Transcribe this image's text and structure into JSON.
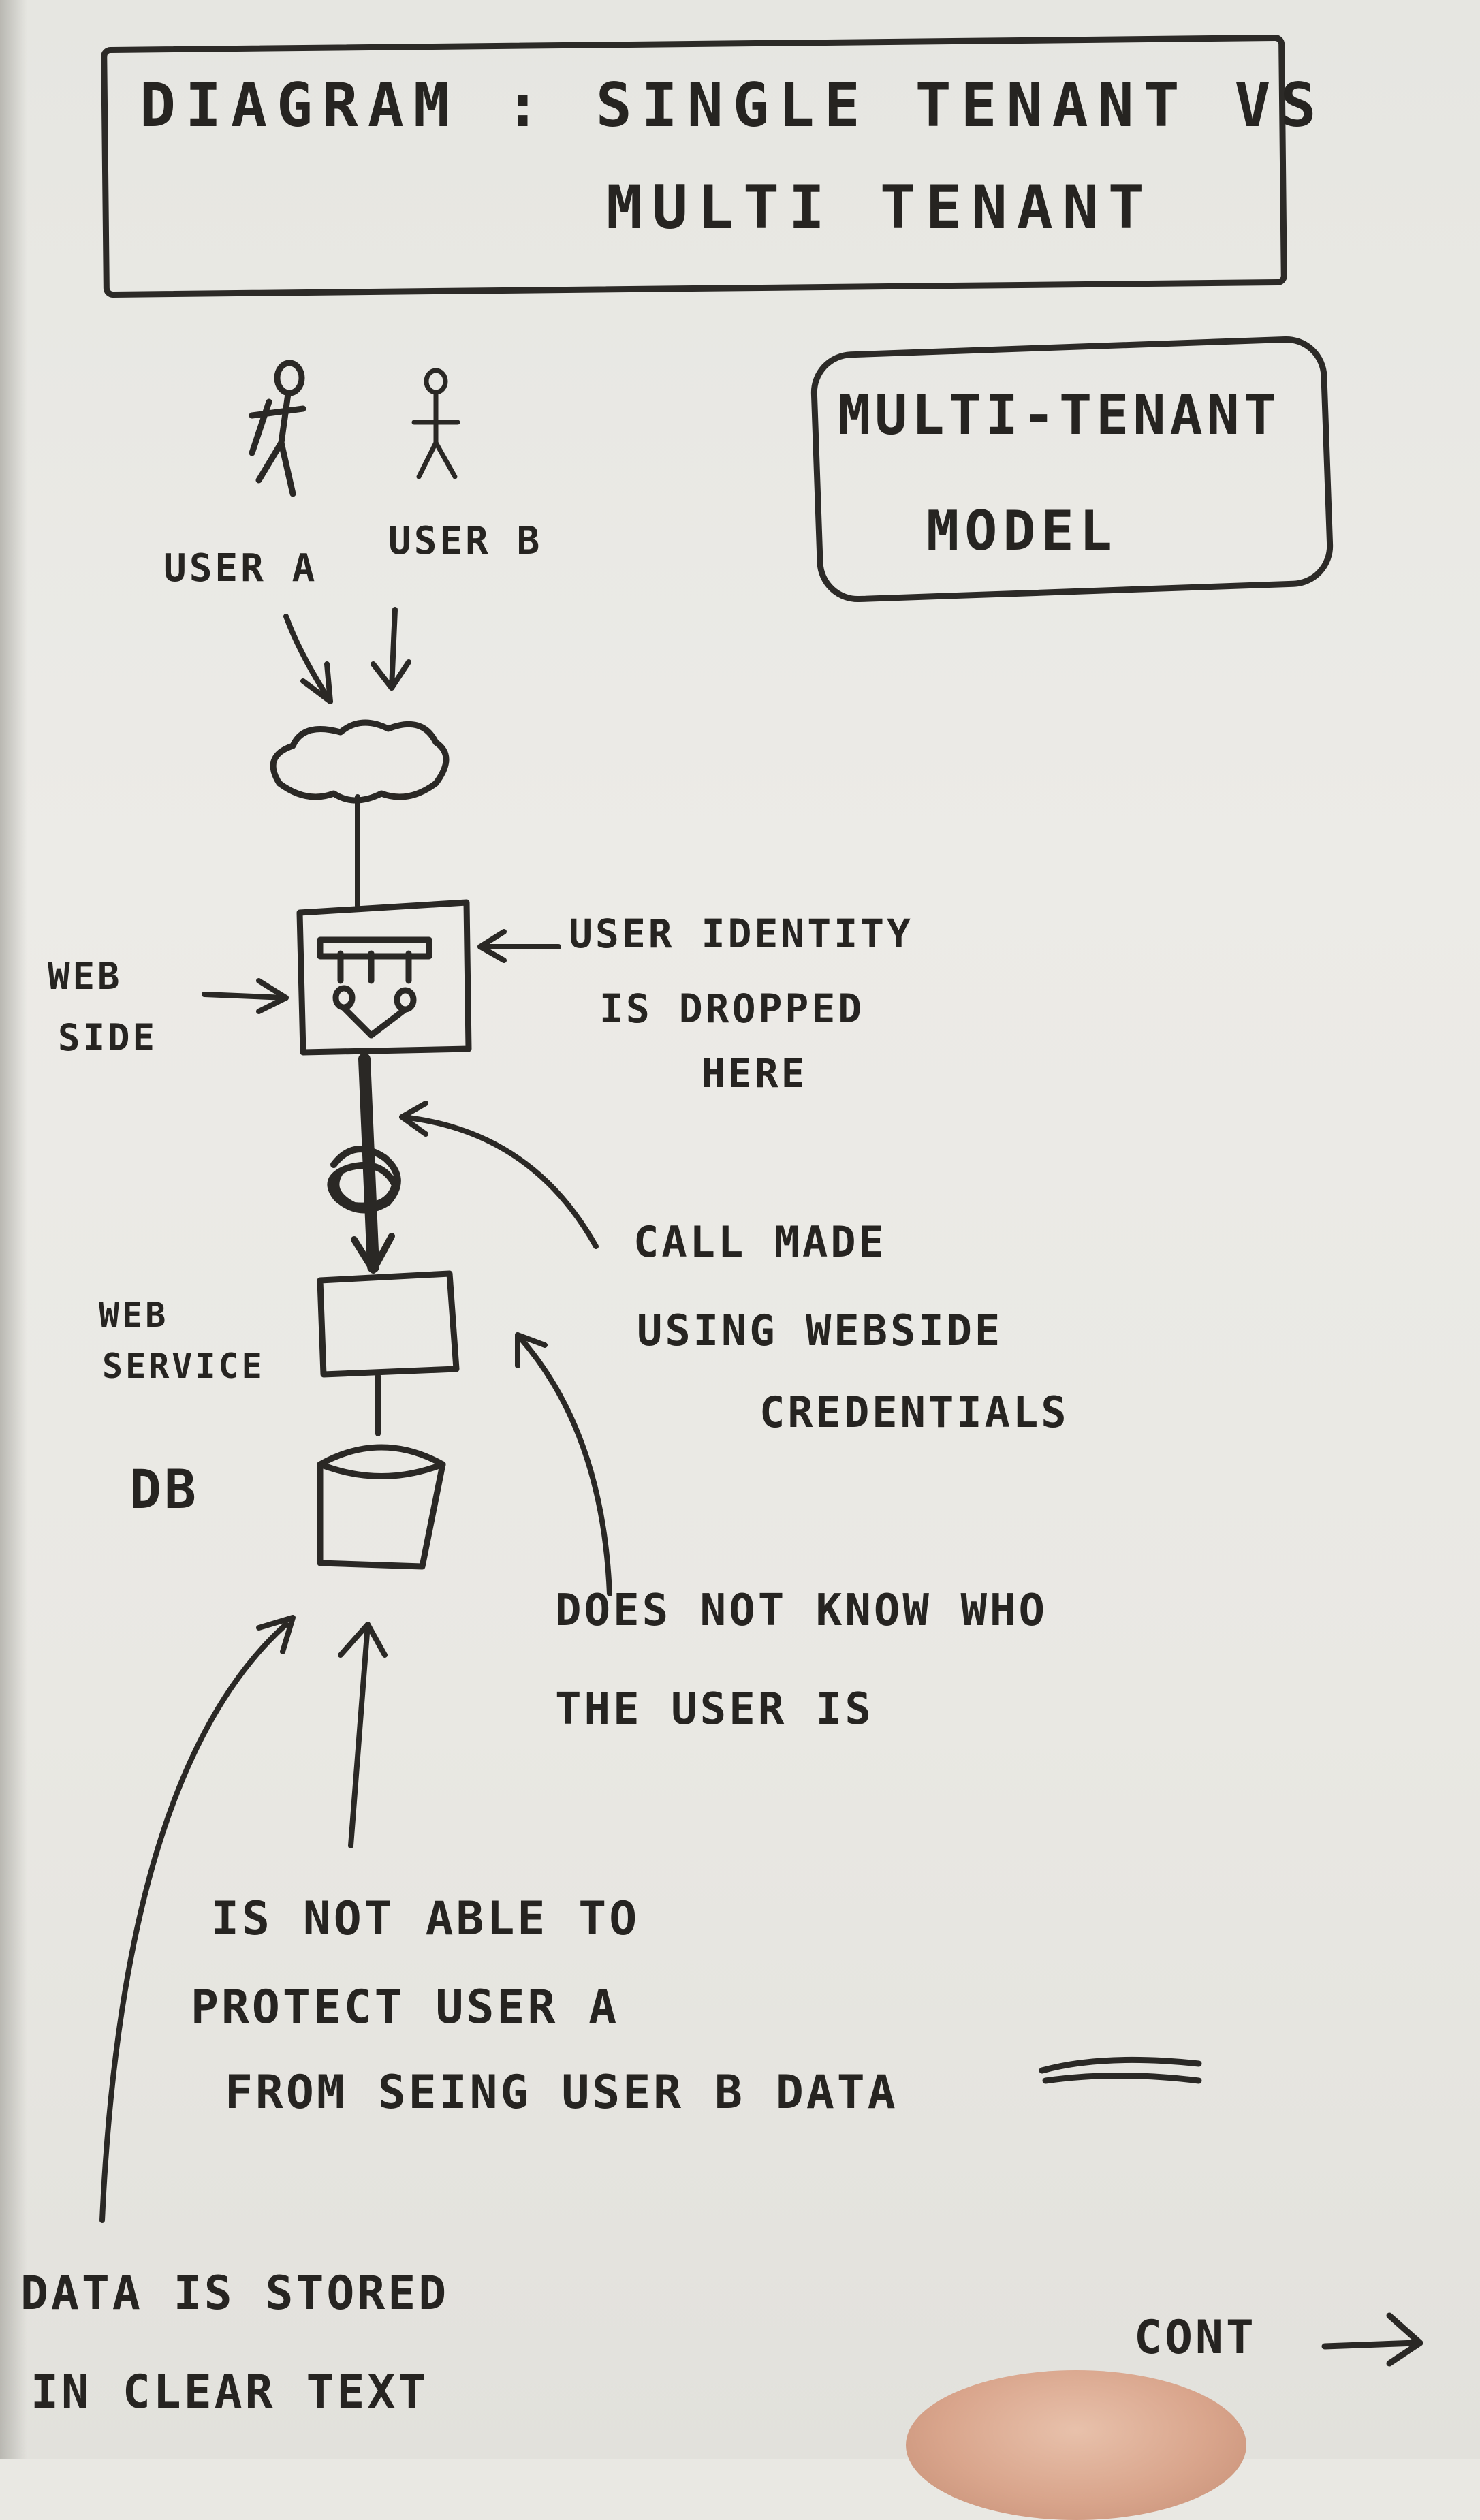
{
  "title": {
    "line1": "DIAGRAM : SINGLE TENANT VS",
    "line2": "MULTI TENANT"
  },
  "model_label": {
    "line1": "MULTI-TENANT",
    "line2": "MODEL"
  },
  "users": {
    "a": "USER A",
    "b": "USER B"
  },
  "web_side": {
    "line1": "WEB",
    "line2": "SIDE"
  },
  "user_identity_note": {
    "line1": "USER IDENTITY",
    "line2": "IS DROPPED",
    "line3": "HERE"
  },
  "call_note": {
    "line1": "CALL MADE",
    "line2": "USING WEBSIDE",
    "line3": "CREDENTIALS"
  },
  "web_service": {
    "line1": "WEB",
    "line2": "SERVICE"
  },
  "db_label": "DB",
  "unknown_user_note": {
    "line1": "DOES NOT KNOW WHO",
    "line2": "THE USER IS"
  },
  "protect_note": {
    "line1": "IS NOT ABLE TO",
    "line2": "PROTECT USER A",
    "line3": "FROM SEING USER B DATA"
  },
  "data_note": {
    "line1": "DATA IS STORED",
    "line2": "IN CLEAR TEXT"
  },
  "cont_label": "CONT"
}
